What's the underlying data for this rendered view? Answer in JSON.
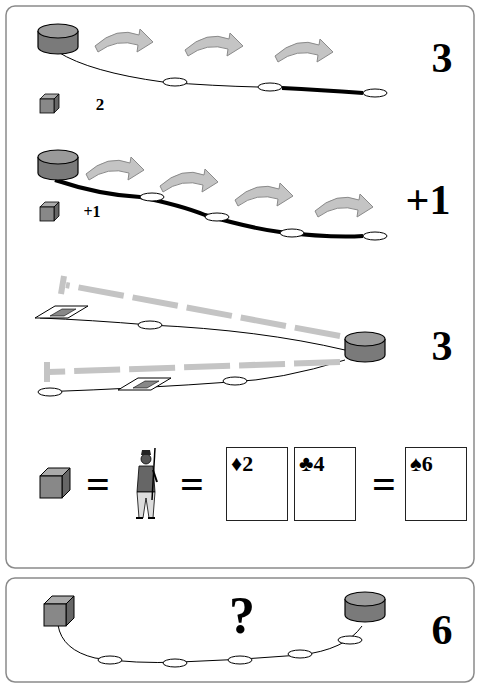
{
  "diagram": {
    "nodes": [
      {
        "text": [
          "♦2"
        ]
      },
      {
        "text": [
          "♣4"
        ]
      },
      {
        "text": [
          "♠6"
        ]
      }
    ],
    "labels": [
      "3",
      "2",
      "+1",
      "+1",
      "3",
      "=",
      "=",
      "=",
      "?",
      "6"
    ]
  }
}
